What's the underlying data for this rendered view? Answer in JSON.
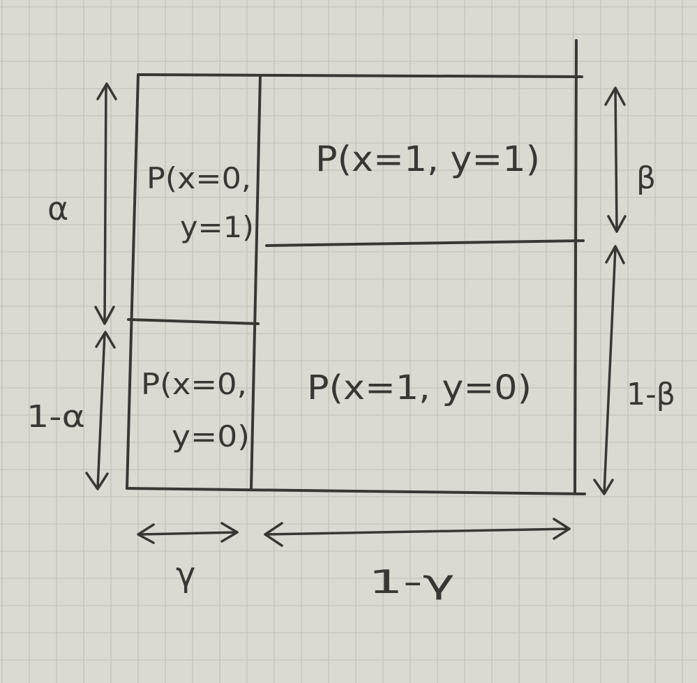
{
  "cells": {
    "x0_y1": {
      "line1": "P(x=0,",
      "line2": "y=1)"
    },
    "x0_y0": {
      "line1": "P(x=0,",
      "line2": "y=0)"
    },
    "x1_y1": {
      "label": "P(x=1, y=1)"
    },
    "x1_y0": {
      "label": "P(x=1, y=0)"
    }
  },
  "left_labels": {
    "top": "α",
    "bottom": "1-α"
  },
  "right_labels": {
    "top": "β",
    "bottom": "1-β"
  },
  "bottom_labels": {
    "left": "γ",
    "right": "1-γ"
  },
  "colors": {
    "paper": "#dcd9d3",
    "grid": "#c5c1ba",
    "ink": "#3a3633"
  }
}
